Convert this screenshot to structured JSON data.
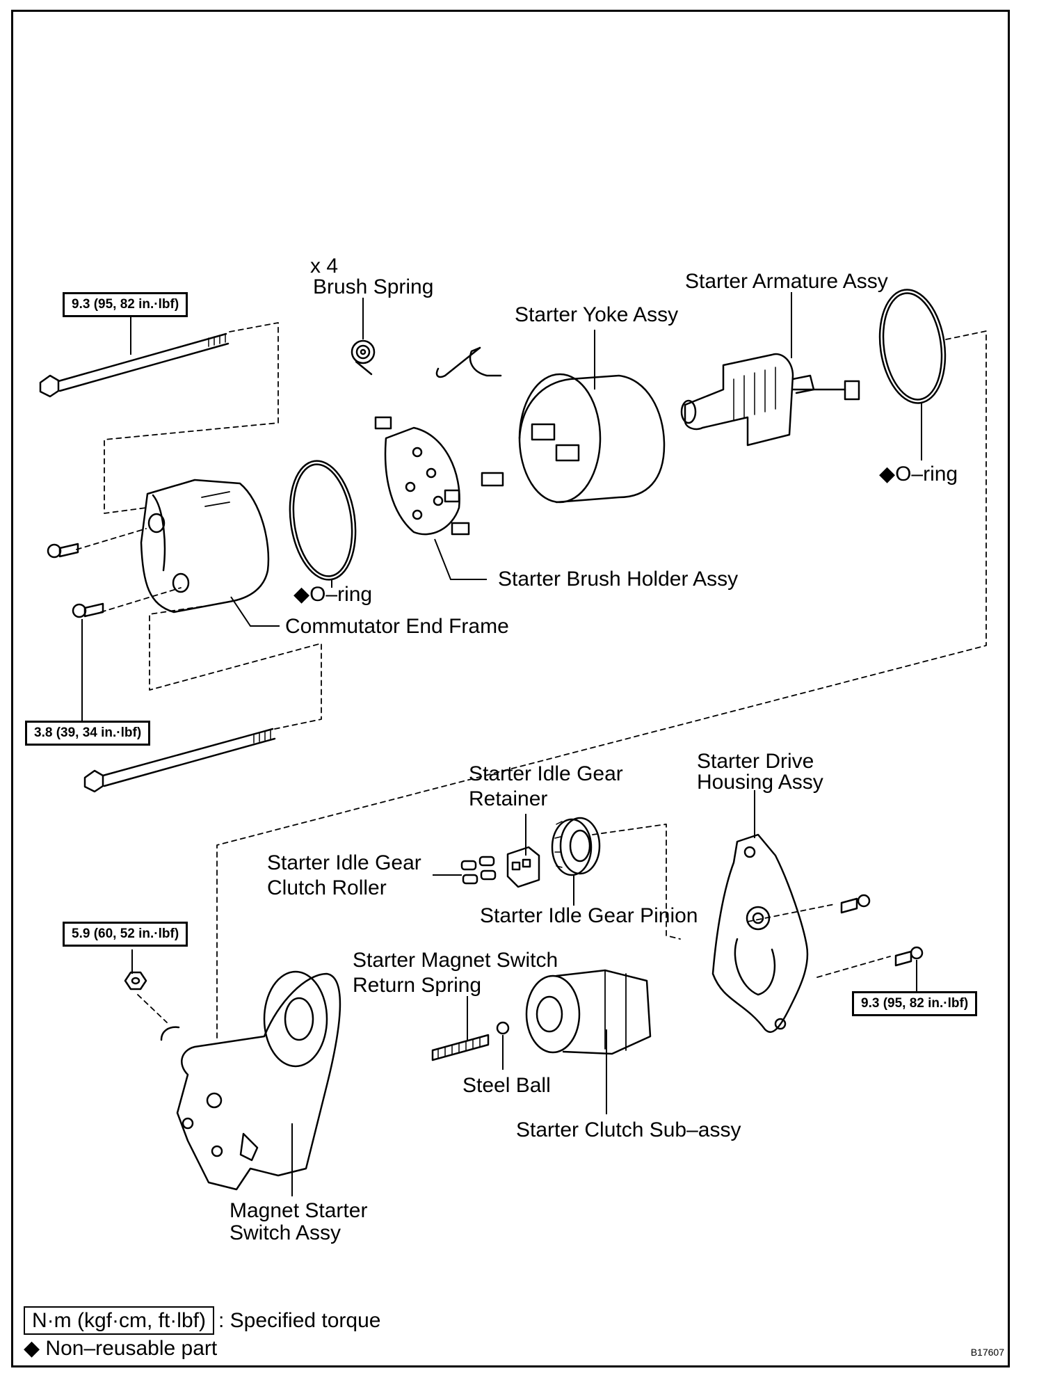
{
  "labels": {
    "brush_spring_qty": "x 4",
    "brush_spring": "Brush Spring",
    "armature": "Starter Armature Assy",
    "yoke": "Starter Yoke Assy",
    "oring_right": "◆O–ring",
    "oring_left": "◆O–ring",
    "brush_holder": "Starter Brush Holder Assy",
    "end_frame": "Commutator End Frame",
    "idle_gear_retainer_1": "Starter Idle Gear",
    "idle_gear_retainer_2": "Retainer",
    "drive_housing_1": "Starter Drive",
    "drive_housing_2": "Housing Assy",
    "clutch_roller_1": "Starter Idle Gear",
    "clutch_roller_2": "Clutch Roller",
    "idle_pinion": "Starter Idle Gear Pinion",
    "return_spring_1": "Starter Magnet Switch",
    "return_spring_2": "Return Spring",
    "steel_ball": "Steel Ball",
    "clutch_sub": "Starter Clutch Sub–assy",
    "magnet_switch_1": "Magnet Starter",
    "magnet_switch_2": "Switch Assy"
  },
  "torques": {
    "top_left": "9.3 (95, 82 in.·lbf)",
    "mid_left": "3.8 (39, 34 in.·lbf)",
    "lower_left": "5.9 (60, 52 in.·lbf)",
    "lower_right": "9.3 (95, 82 in.·lbf)"
  },
  "legend": {
    "torque_unit": "N·m (kgf·cm, ft·lbf)",
    "torque_desc": ": Specified torque",
    "nonreusable": "◆ Non–reusable part"
  },
  "figure_code": "B17607"
}
